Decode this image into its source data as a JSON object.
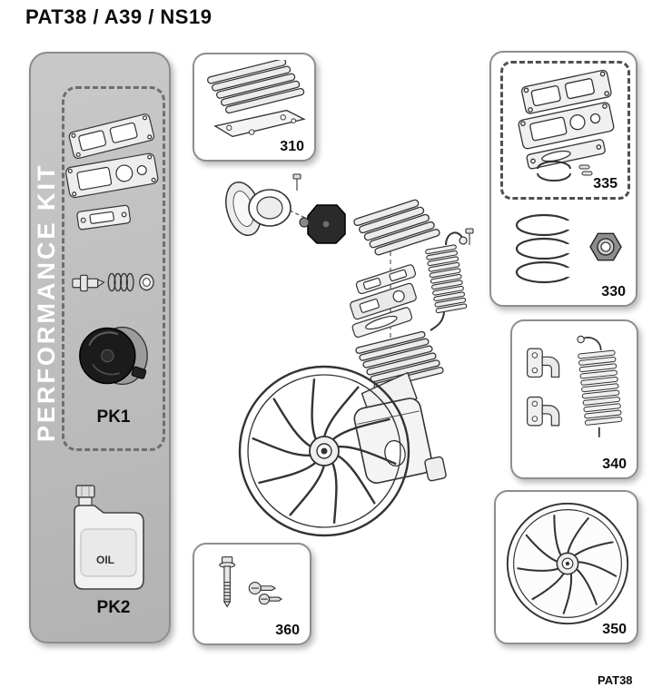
{
  "page": {
    "title": "PAT38 / A39 / NS19",
    "footer": "PAT38"
  },
  "performance_kit": {
    "vertical_label": "PERFORMANCE KIT",
    "pk1_label": "PK1",
    "pk2_label": "PK2",
    "oil_label": "OIL"
  },
  "part_boxes": {
    "b310": {
      "label": "310",
      "illustration": "cylinder-head-with-gasket"
    },
    "b335": {
      "label": "335",
      "illustration": "head-gasket-valve-plate-kit"
    },
    "b330": {
      "label": "330",
      "illustration": "piston-ring-set-and-nut"
    },
    "b340": {
      "label": "340",
      "illustration": "aftercooler-and-outlet-elbows"
    },
    "b350": {
      "label": "350",
      "illustration": "flywheel"
    },
    "b360": {
      "label": "360",
      "illustration": "fixing-bolt-and-screws"
    }
  },
  "central_drawing": {
    "illustration": "compressor-pump-exploded-view"
  },
  "colors": {
    "background": "#ffffff",
    "panel_gray": "#bfbfbf",
    "panel_border": "#8d8d8d",
    "box_border": "#8e8e8e",
    "dashed_border": "#4f4f4f",
    "line": "#2f2f2f",
    "label_text": "#0d0d0d",
    "kit_text": "#ffffff"
  }
}
